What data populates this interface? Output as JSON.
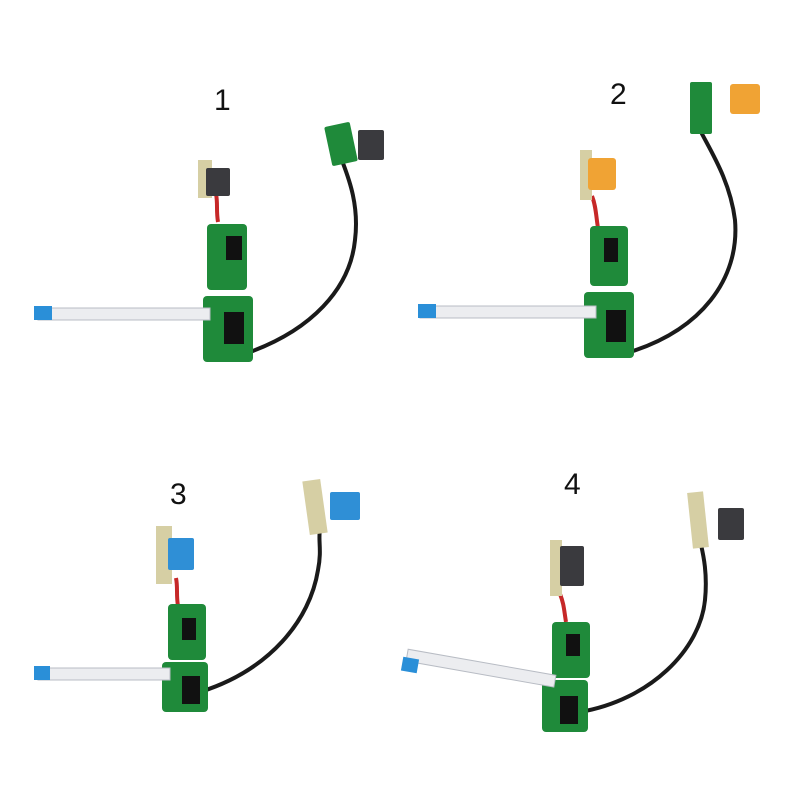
{
  "variants": [
    {
      "number": "1",
      "switch_color": "#3a3a3e"
    },
    {
      "number": "2",
      "switch_color": "#f0a334"
    },
    {
      "number": "3",
      "switch_color": "#2f8fd6"
    },
    {
      "number": "4",
      "switch_color": "#3a3a3e"
    }
  ],
  "colors": {
    "pcb_green": "#1f8a3a",
    "pcb_beige": "#d6cfa4",
    "cable_black": "#1a1a1a",
    "flex_ribbon": "#ecedf0",
    "flex_tab_blue": "#2a8fd8"
  }
}
